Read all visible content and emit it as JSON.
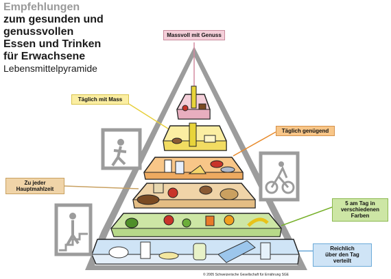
{
  "title": {
    "line1": "Empfehlungen",
    "line2": "zum gesunden und",
    "line3": "genussvollen",
    "line4": "Essen und Trinken",
    "line5": "für Erwachsene",
    "subtitle": "Lebensmittelpyramide"
  },
  "labels": {
    "massvoll": "Massvoll mit Genuss",
    "taeglich_mit_mass": "Täglich mit Mass",
    "taeglich_genuegend": "Täglich genügend",
    "zu_jeder_line1": "Zu jeder",
    "zu_jeder_line2": "Hauptmahlzeit",
    "fuenf_am_tag_line1": "5 am Tag in",
    "fuenf_am_tag_line2": "verschiedenen Farben",
    "reichlich_line1": "Reichlich",
    "reichlich_line2": "über den Tag verteilt"
  },
  "credit": "© 2005 Schweizerische Gesellschaft für Ernährung SGE",
  "colors": {
    "pink": "#f4cfd9",
    "yellow": "#fbeea2",
    "orange": "#f8c688",
    "tan": "#f0d4a8",
    "green": "#cde6a5",
    "blue": "#cfe4f6",
    "pyramid_gray": "#9c9c9c"
  }
}
